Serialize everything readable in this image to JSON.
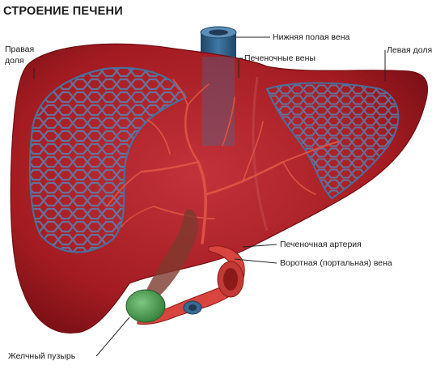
{
  "title": "СТРОЕНИЕ ПЕЧЕНИ",
  "labels": {
    "ivc": "Нижняя полая вена",
    "hepatic_veins": "Печеночные вены",
    "right_lobe_1": "Правая",
    "right_lobe_2": "доля",
    "left_lobe": "Левая доля",
    "hepatic_artery": "Печеночная артерия",
    "portal_vein": "Воротная (портальная) вена",
    "gallbladder": "Желчный пузырь"
  },
  "colors": {
    "liver": "#a41c22",
    "liver_dark": "#6e0d12",
    "vessel_blue": "#4a6f9c",
    "artery": "#d84a3a",
    "gallbladder": "#3f9a4a",
    "ivc": "#2e5a7e"
  }
}
